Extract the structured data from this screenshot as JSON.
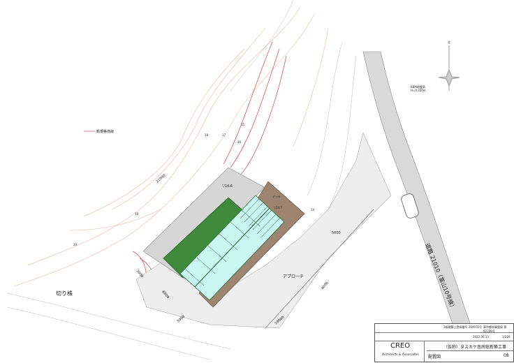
{
  "drawing": {
    "legend_label": "新規等高線",
    "road_label": "道路 21010（富山10号線）",
    "cut_stump_label": "切り株",
    "approach_label": "アプローチ",
    "deck_label": "デッキ",
    "elevation_pad": "▽14.6",
    "elevation_deck": "▽14.7",
    "benchmark_label": "KBM地盤高",
    "benchmark_value": "H=9.350m",
    "north_label": "北",
    "dimensions": [
      "21000",
      "5000",
      "3000",
      "6000",
      "14000",
      "4000",
      "5000"
    ],
    "contour_labels": [
      "14",
      "15",
      "16",
      "17",
      "18",
      "19",
      "20"
    ]
  },
  "title_block": {
    "registration": "1級建築士登録番号 204070号",
    "registrar": "東京都知事登録 第62339号",
    "date": "2022.06.13",
    "scale": "1/200",
    "firm_name": "CREO",
    "firm_sub": "Architects & Associates",
    "project": "（仮称）タスカケ南房総新築工事",
    "sheet_title": "配置図",
    "sheet_no": "08"
  },
  "colors": {
    "road": "#d9d9d9",
    "pad": "#d6d6d6",
    "green_roof": "#3f8a3a",
    "solar": "#c8f7f2",
    "deck": "#9c8470",
    "contour_new": "#e04040"
  }
}
